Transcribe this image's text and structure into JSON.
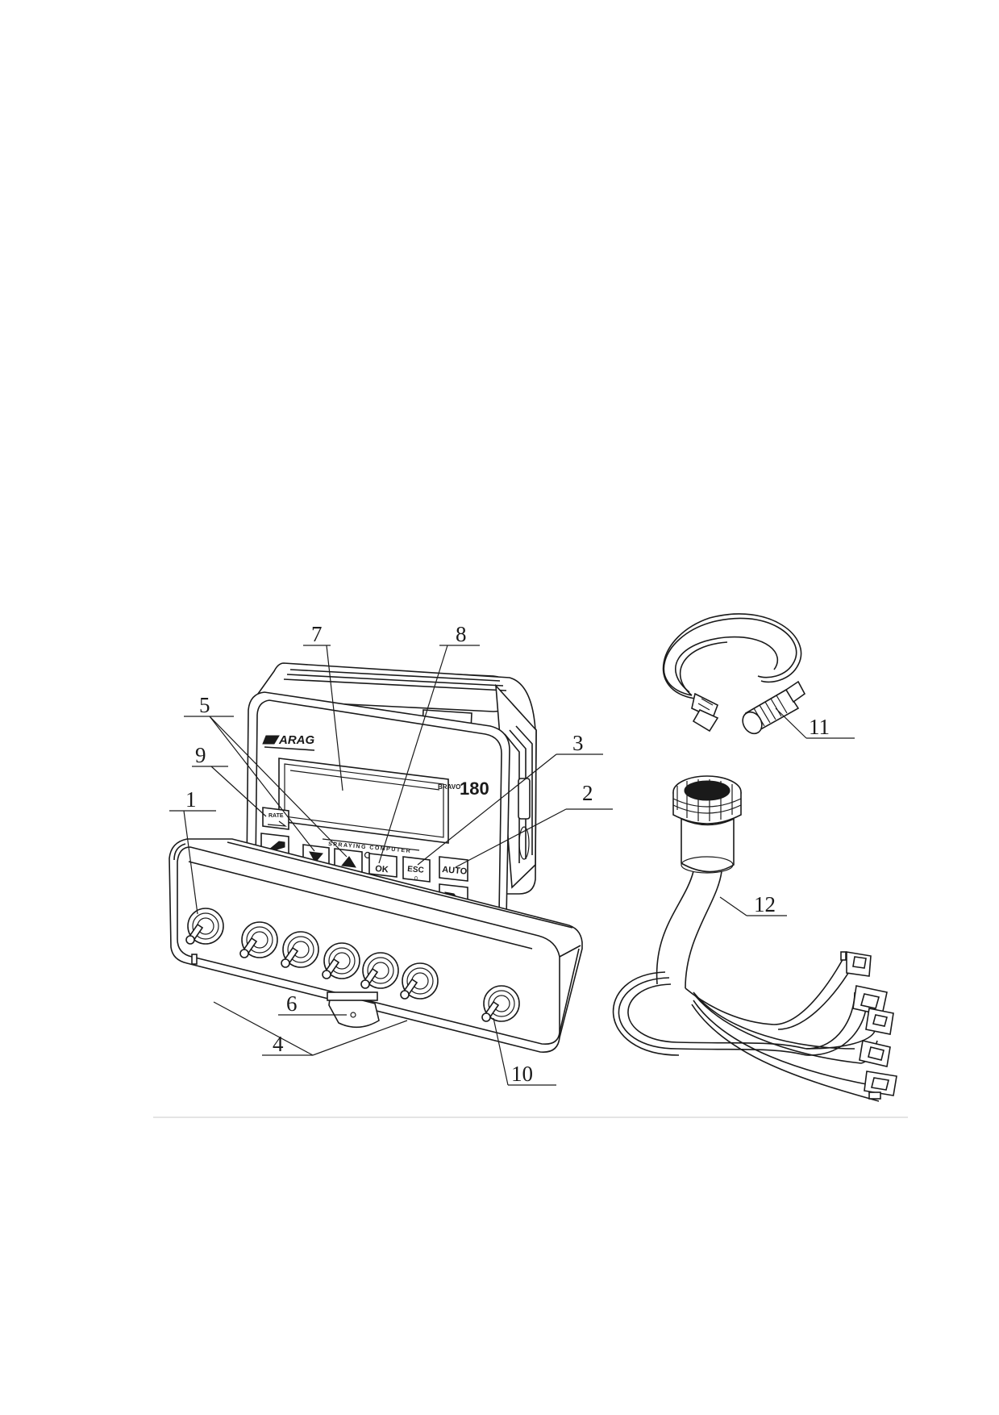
{
  "device": {
    "brand": "ARAG",
    "model_prefix": "BRAVO",
    "model_number": "180",
    "panel_caption": "SPRAYING COMPUTER",
    "keys": {
      "rate": "RATE",
      "ok": "OK",
      "esc": "ESC",
      "esc_sub": "0",
      "auto": "AUTO"
    }
  },
  "callouts": {
    "c1": "1",
    "c2": "2",
    "c3": "3",
    "c4": "4",
    "c5": "5",
    "c6": "6",
    "c7": "7",
    "c8": "8",
    "c9": "9",
    "c10": "10",
    "c11": "11",
    "c12": "12"
  },
  "colors": {
    "ink": "#1a1a1a",
    "paper": "#ffffff",
    "rule": "#d4d4d4"
  }
}
